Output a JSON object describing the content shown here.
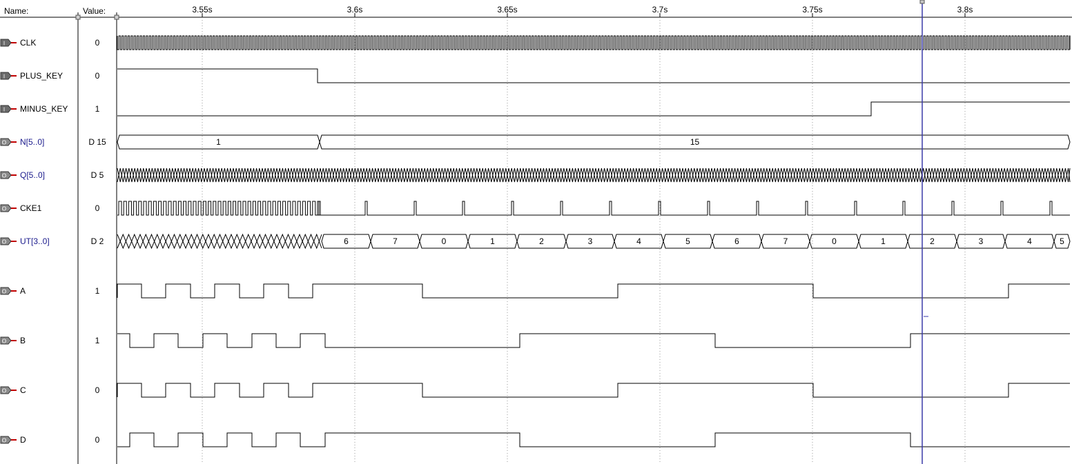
{
  "header": {
    "name_label": "Name:",
    "value_label": "Value:"
  },
  "time_axis": {
    "ticks": [
      "3.55s",
      "3.6s",
      "3.65s",
      "3.7s",
      "3.75s",
      "3.8s"
    ]
  },
  "cursor": {
    "time": "3.7865s"
  },
  "signals": [
    {
      "id": "clk",
      "name": "CLK",
      "value": "0",
      "kind": "input",
      "icon": "input-pin-icon"
    },
    {
      "id": "plus_key",
      "name": "PLUS_KEY",
      "value": "0",
      "kind": "input",
      "icon": "input-pin-icon"
    },
    {
      "id": "minus_key",
      "name": "MINUS_KEY",
      "value": "1",
      "kind": "input",
      "icon": "input-pin-icon"
    },
    {
      "id": "n",
      "name": "N[5..0]",
      "value": "D 15",
      "kind": "bus-output",
      "icon": "output-bus-icon",
      "segments": [
        "1",
        "15"
      ]
    },
    {
      "id": "q",
      "name": "Q[5..0]",
      "value": "D 5",
      "kind": "bus-output",
      "icon": "output-bus-icon"
    },
    {
      "id": "cke1",
      "name": "CKE1",
      "value": "0",
      "kind": "output",
      "icon": "output-pin-icon"
    },
    {
      "id": "ut",
      "name": "UT[3..0]",
      "value": "D 2",
      "kind": "bus-output",
      "icon": "output-bus-icon",
      "segments": [
        "6",
        "7",
        "0",
        "1",
        "2",
        "3",
        "4",
        "5",
        "6",
        "7",
        "0",
        "1",
        "2",
        "3",
        "4",
        "5"
      ]
    },
    {
      "id": "a",
      "name": "A",
      "value": "1",
      "kind": "output",
      "icon": "output-pin-icon"
    },
    {
      "id": "b",
      "name": "B",
      "value": "1",
      "kind": "output",
      "icon": "output-pin-icon"
    },
    {
      "id": "c",
      "name": "C",
      "value": "0",
      "kind": "output",
      "icon": "output-pin-icon"
    },
    {
      "id": "d",
      "name": "D",
      "value": "0",
      "kind": "output",
      "icon": "output-pin-icon"
    }
  ]
}
